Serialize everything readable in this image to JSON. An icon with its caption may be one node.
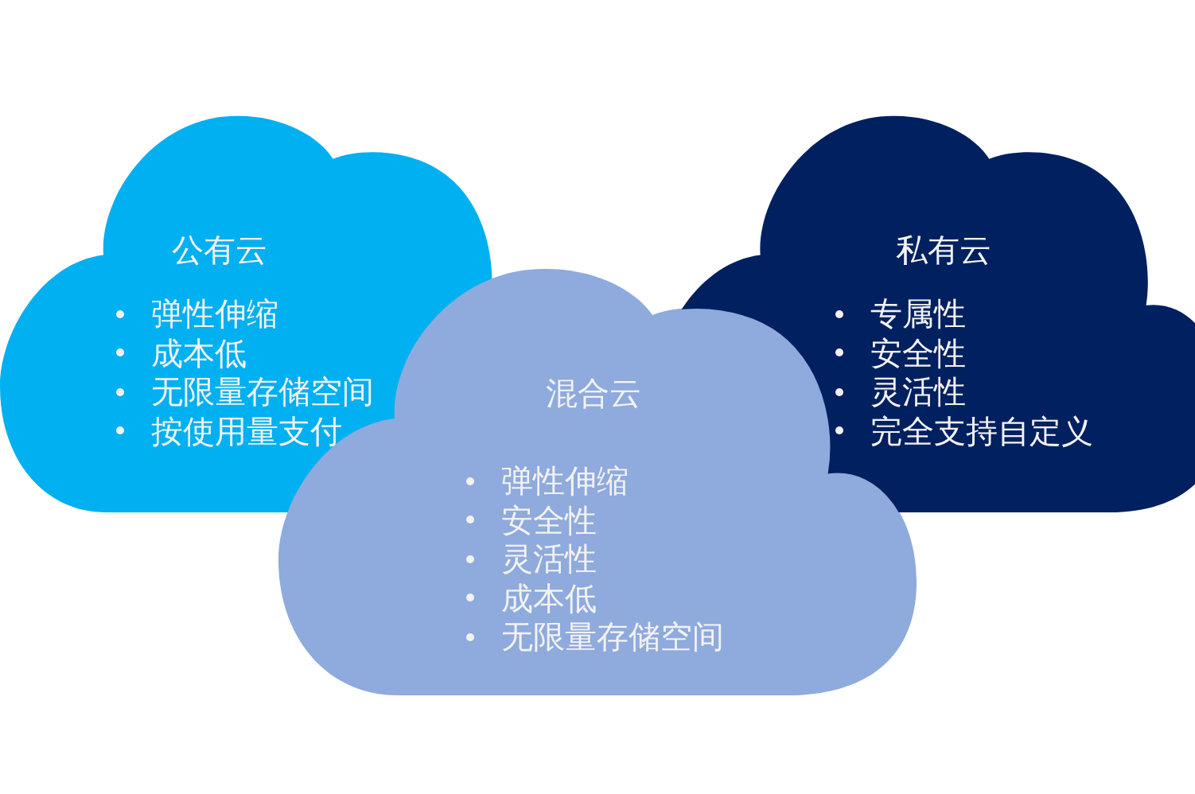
{
  "diagram": {
    "nodes": [
      {
        "text": [
          "公有云",
          "弹性伸缩",
          "成本低",
          "无限量存储空间",
          "按使用量支付"
        ]
      },
      {
        "text": [
          "私有云",
          "专属性",
          "安全性",
          "灵活性",
          "完全支持自定义"
        ]
      },
      {
        "text": [
          "混合云",
          "弹性伸缩",
          "安全性",
          "灵活性",
          "成本低",
          "无限量存储空间"
        ]
      }
    ]
  }
}
